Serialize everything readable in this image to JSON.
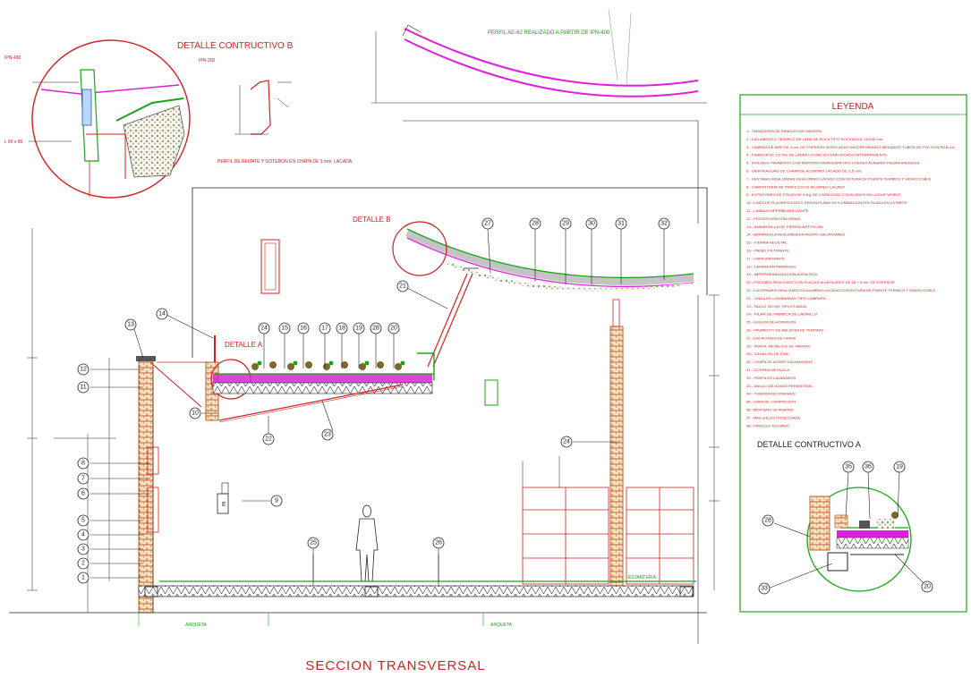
{
  "title": "SECCION TRANSVERSAL",
  "detail_b_title": "DETALLE CONTRUCTIVO B",
  "detail_b_ref": "DETALLE B",
  "detail_a_ref": "DETALLE A",
  "detail_a_title": "DETALLE CONTRUCTIVO A",
  "profile_label": "PERFIL AE-62 REALIZADO A PARTIR DE IPN-400",
  "sheet_caption": "PERFIL DE REMATE Y GOTERON EN CHAPA DE 3 mm. LACADA",
  "legend_title": "LEYENDA",
  "labels": {
    "arqueta_1": "ARQUETA",
    "arqueta_2": "ARQUETA",
    "estanteria": "ESTANTERIA",
    "fire_sign": "E",
    "profile_ipn_top": "IPN-400",
    "profile_l": "L 80 x 80",
    "profile_ipn_bottom": "IPN-200"
  },
  "legend_items": [
    "1.- TABIQUERIA DE PANELES DE MADERA",
    "2.- AISLAMIENTO TERMICO DE LANA DE ROCA TIPO ROCKWOOL 231/40 mm.",
    "3.- CAMARA DE AIRE DE 3 cm. DE ESPESOR VENTILADA E INCORPORANDO MEDIANTE TUBOS DE PVC CON REJILLA",
    "4.- FABRICA DE 1/2 PIE DE LADRILLO MACIZO ENFOSCADO INTERIORMENTE.",
    "5.- FORJADO. PAVIMENTO CON MORTERO MONOCAPA TIPO CITEREX ACABADO PIEDRA ARENISCA.",
    "6.- VIERTEAGUAS DE CHAPA DE ALUMINIO LACADO DE 1,5 mm.",
    "7.- VENTANAS REALIZADAS EN ALUMINIO LACADO CON ROTURA DE PUENTE TERMICO Y VIDRIO DOBLE",
    "8.- CARPINTERIA DE PERFILES DE ALUMINIO LACADO",
    "9.- EXTINTORES DE POLVO DE 6 Kg. DE CAPACIDAD COLOCADOS EN LUGAR VISIBLE",
    "10.- LINEA DE FLUORESCENTES SEGUN PLANO DE ILUMINACION COLOCADA EN LA PARTE",
    "11.- LAMINA IMPERMEABILIZANTE",
    "12.- PROTECCION CON GRAVA",
    "13.- ALBARDILLA DE PIEDRA ARTIFICIAL",
    "14.- BARANDILLA REALIZADA EN ACERO GALVANIZADO",
    "15.- TIERRA VEGETAL",
    "16.- PANEL FILTRANTE",
    "17.- CAPA DRENANTE",
    "18.- LAMINA ANTIRRAICES",
    "19.- IMPERMEABILIZACION ASFALTICA",
    "20.- FORJADO REALIZADO CON PLACAS ALVEOLARES DE 25 + 5 cm. DE ESPESOR",
    "21.- LUCERNARIO REALIZADO EN ALUMINIO LACADO CON ROTURA DE PUENTE TERMICO Y VIDRIO DOBLE",
    "22.- LINEA DE LUMINARIAS TIPO LAMPARA",
    "23.- FALSO TECHO TIPO PLADUR",
    "24.- PILAR DE FABRICA DE LADRILLO",
    "25.- SOLERA DE HORMIGON",
    "26.- PAVIMENTO DE BALDOSA DE TERRAZO",
    "27.- ENCACHADO DE GRAVA",
    "28.- PERFIL METALICO DE REMATE",
    "29.- CANALON DE ZINC",
    "30.- CHAPA DE ACERO GALVANIZADO",
    "31.- CORREA METALICA",
    "32.- PERFILES LAMINADOS",
    "33.- ANILLO DE ATADO PERIMETRAL",
    "34.- TUBERIA DE DRENAJE",
    "35.- CAPA DE COMPRESION",
    "36.- MORTERO DE AGARRE",
    "37.- MALLA ELECTROSOLDADA",
    "38.- PANELES TECHADO"
  ],
  "callouts": [
    "1",
    "2",
    "3",
    "4",
    "5",
    "6",
    "7",
    "8",
    "9",
    "10",
    "11",
    "12",
    "13",
    "14",
    "15",
    "16",
    "17",
    "18",
    "19",
    "20",
    "21",
    "22",
    "23",
    "24",
    "25",
    "26",
    "27",
    "28",
    "29",
    "30",
    "31",
    "32",
    "33",
    "35",
    "36"
  ],
  "colors": {
    "background": "#ffffff",
    "accent": "#d32020",
    "legend_border": "#1aa51a",
    "magenta": "#e020d8",
    "green": "#1aa51a",
    "line": "#222222"
  }
}
